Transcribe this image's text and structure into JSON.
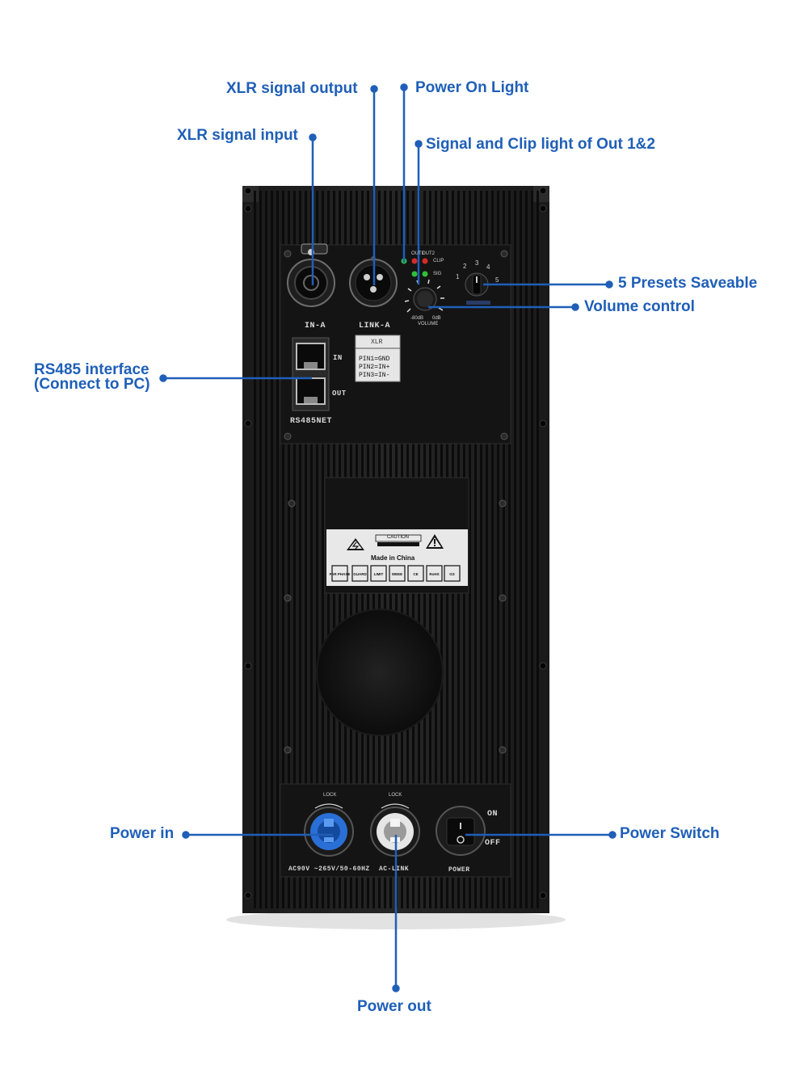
{
  "callouts": {
    "xlr_output": "XLR signal output",
    "power_on_light": "Power On Light",
    "xlr_input": "XLR signal input",
    "signal_clip": "Signal and Clip light of Out 1&2",
    "presets": "5 Presets Saveable",
    "volume": "Volume control",
    "rs485_line1": "RS485 interface",
    "rs485_line2": "(Connect to PC)",
    "power_in": "Power in",
    "power_switch": "Power Switch",
    "power_out": "Power out"
  },
  "panel": {
    "in_a": "IN-A",
    "link_a": "LINK-A",
    "rj45_in": "IN",
    "rj45_out": "OUT",
    "rs485net": "RS485NET",
    "xlr_header": "XLR",
    "pin1": "PIN1=GND",
    "pin2": "PIN2=IN+",
    "pin3": "PIN3=IN-",
    "led_out1": "OUT1",
    "led_out2": "OUT2",
    "led_clip": "CLIP",
    "led_sig": "SIG",
    "vol_min": "-80dB",
    "vol_max": "0dB",
    "volume": "VOLUME",
    "preset_numbers": [
      "1",
      "2",
      "3",
      "4",
      "5"
    ],
    "caution": "CAUTION",
    "made_in": "Made in China",
    "cert_badges": [
      "FAR PHASE",
      "GUARD",
      "LIMIT",
      "WEEE",
      "CE",
      "RoHS",
      "GS"
    ],
    "lock1": "LOCK",
    "lock2": "LOCK",
    "ac_range": "AC90V ~265V/50-60HZ",
    "ac_link": "AC-LINK",
    "on": "ON",
    "off": "OFF",
    "power": "POWER"
  },
  "colors": {
    "callout_blue": "#1f5fb8",
    "panel_black": "#111111",
    "powercon_blue": "#2a6fd6",
    "powercon_white": "#e6e6e6",
    "led_green": "#2fbf3a",
    "led_red": "#d62a2a"
  }
}
